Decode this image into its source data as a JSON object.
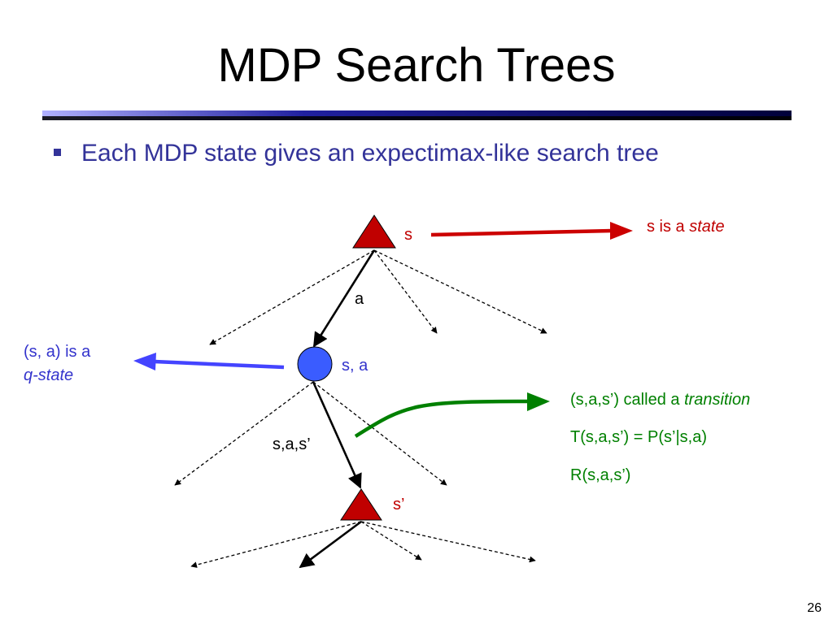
{
  "slide": {
    "title": "MDP Search Trees",
    "bullet": "Each MDP state gives an expectimax-like search tree",
    "page_number": "26"
  },
  "diagram": {
    "root_label": "s",
    "action_label": "a",
    "qstate_label": "s, a",
    "transition_edge_label": "s,a,s’",
    "next_state_label": "s’"
  },
  "annotations": {
    "state": {
      "prefix": "s is a ",
      "term": "state"
    },
    "qstate": {
      "line1": "(s, a) is a",
      "term": "q-state"
    },
    "transition": {
      "prefix": "(s,a,s’) called a ",
      "term": "transition",
      "line2": "T(s,a,s’) = P(s’|s,a)",
      "line3": "R(s,a,s’)"
    }
  },
  "colors": {
    "title_rule_dark": "#00007a",
    "title_rule_light": "#b0b0ff",
    "bullet": "#333399",
    "state_node": "#c00000",
    "qstate_node": "#3a5cff",
    "state_arrow": "#cc0000",
    "qstate_arrow": "#4444ff",
    "transition_arrow": "#008000"
  }
}
